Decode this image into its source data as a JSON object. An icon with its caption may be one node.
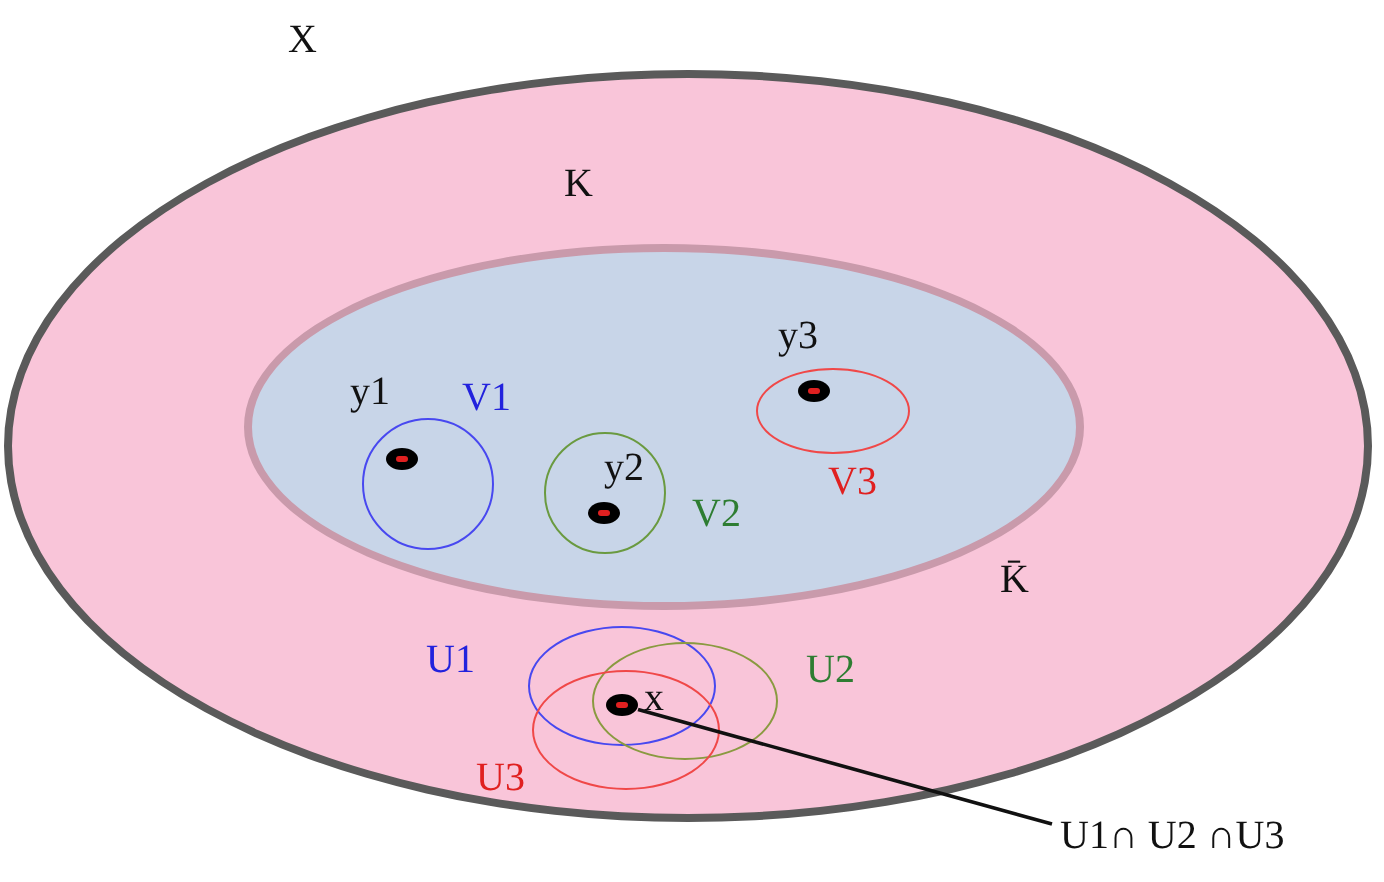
{
  "diagram": {
    "nodes": [
      {
        "text": [
          "X"
        ]
      },
      {
        "text": [
          "K"
        ],
        "in": 0
      },
      {
        "text": [
          "y1"
        ],
        "beside": [
          "V1"
        ],
        "in": 1
      },
      {
        "text": [
          "y2"
        ],
        "beside": [
          "V2"
        ],
        "in": 1
      },
      {
        "text": [
          "y3"
        ],
        "beside": [
          "V3"
        ],
        "in": 1
      },
      {
        "text": [],
        "shape": "circle",
        "beside": [
          "U1"
        ],
        "in": 0
      },
      {
        "text": [],
        "shape": "circle",
        "beside": [
          "U2"
        ],
        "in": 0
      },
      {
        "text": [],
        "shape": "circle",
        "beside": [
          "U3"
        ],
        "in": 0
      },
      {
        "text": [],
        "shape": "circle",
        "beside": [
          "x"
        ]
      },
      {
        "text": [
          "U1∩ U2 ∩U3"
        ]
      }
    ],
    "edges": [
      {
        "from": 9,
        "to": 8,
        "arrow": "none"
      }
    ],
    "labels": [
      "K̄"
    ]
  }
}
